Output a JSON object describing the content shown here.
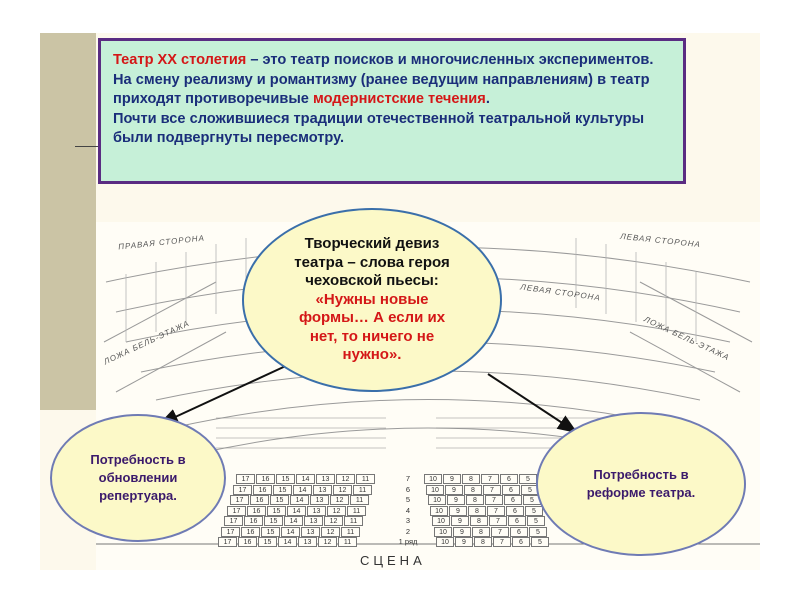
{
  "intro": {
    "title_red": "Театр XX столетия",
    "p1_part1": " – это театр поисков и многочисленных экспериментов. На смену реализму и романтизму (ранее ведущим направлениям) в театр приходят противоречивые ",
    "p1_red": "модернистские течения",
    "p1_end": ".",
    "p2": "Почти все сложившиеся традиции отечественной театральной культуры были подвергнуты пересмотру."
  },
  "motto": {
    "line1": "Творческий девиз",
    "line2": "театра – слова героя",
    "line3": "чеховской пьесы:",
    "quote": "«Нужны новые формы… А если их нет, то ничего не нужно»."
  },
  "need_repertoire": "Потребность в обновлении репертуара.",
  "need_reform": "Потребность в реформе театра.",
  "hall": {
    "stage": "СЦЕНА",
    "right_side": "ПРАВАЯ СТОРОНА",
    "left_side": "ЛЕВАЯ СТОРОНА",
    "left_side_2": "ЛЕВАЯ СТОРОНА",
    "loge_left": "ЛОЖА БЕЛЬ-ЭТАЖА",
    "loge_right": "ЛОЖА БЕЛЬ-ЭТАЖА",
    "row_numbers": [
      "7",
      "6",
      "5",
      "4",
      "3",
      "2",
      "1 ряд"
    ],
    "left_seats": [
      "17",
      "16",
      "15",
      "14",
      "13",
      "12",
      "11"
    ],
    "right_seats": [
      "10",
      "9",
      "8",
      "7",
      "6",
      "5"
    ]
  },
  "colors": {
    "title_text": "#1a2e7a",
    "accent_red": "#d41717",
    "title_box_bg": "#c6f0d8",
    "title_box_border": "#5a2c82",
    "bubble_fill": "#fcf9c8",
    "bubble_text": "#3b1a6b"
  }
}
